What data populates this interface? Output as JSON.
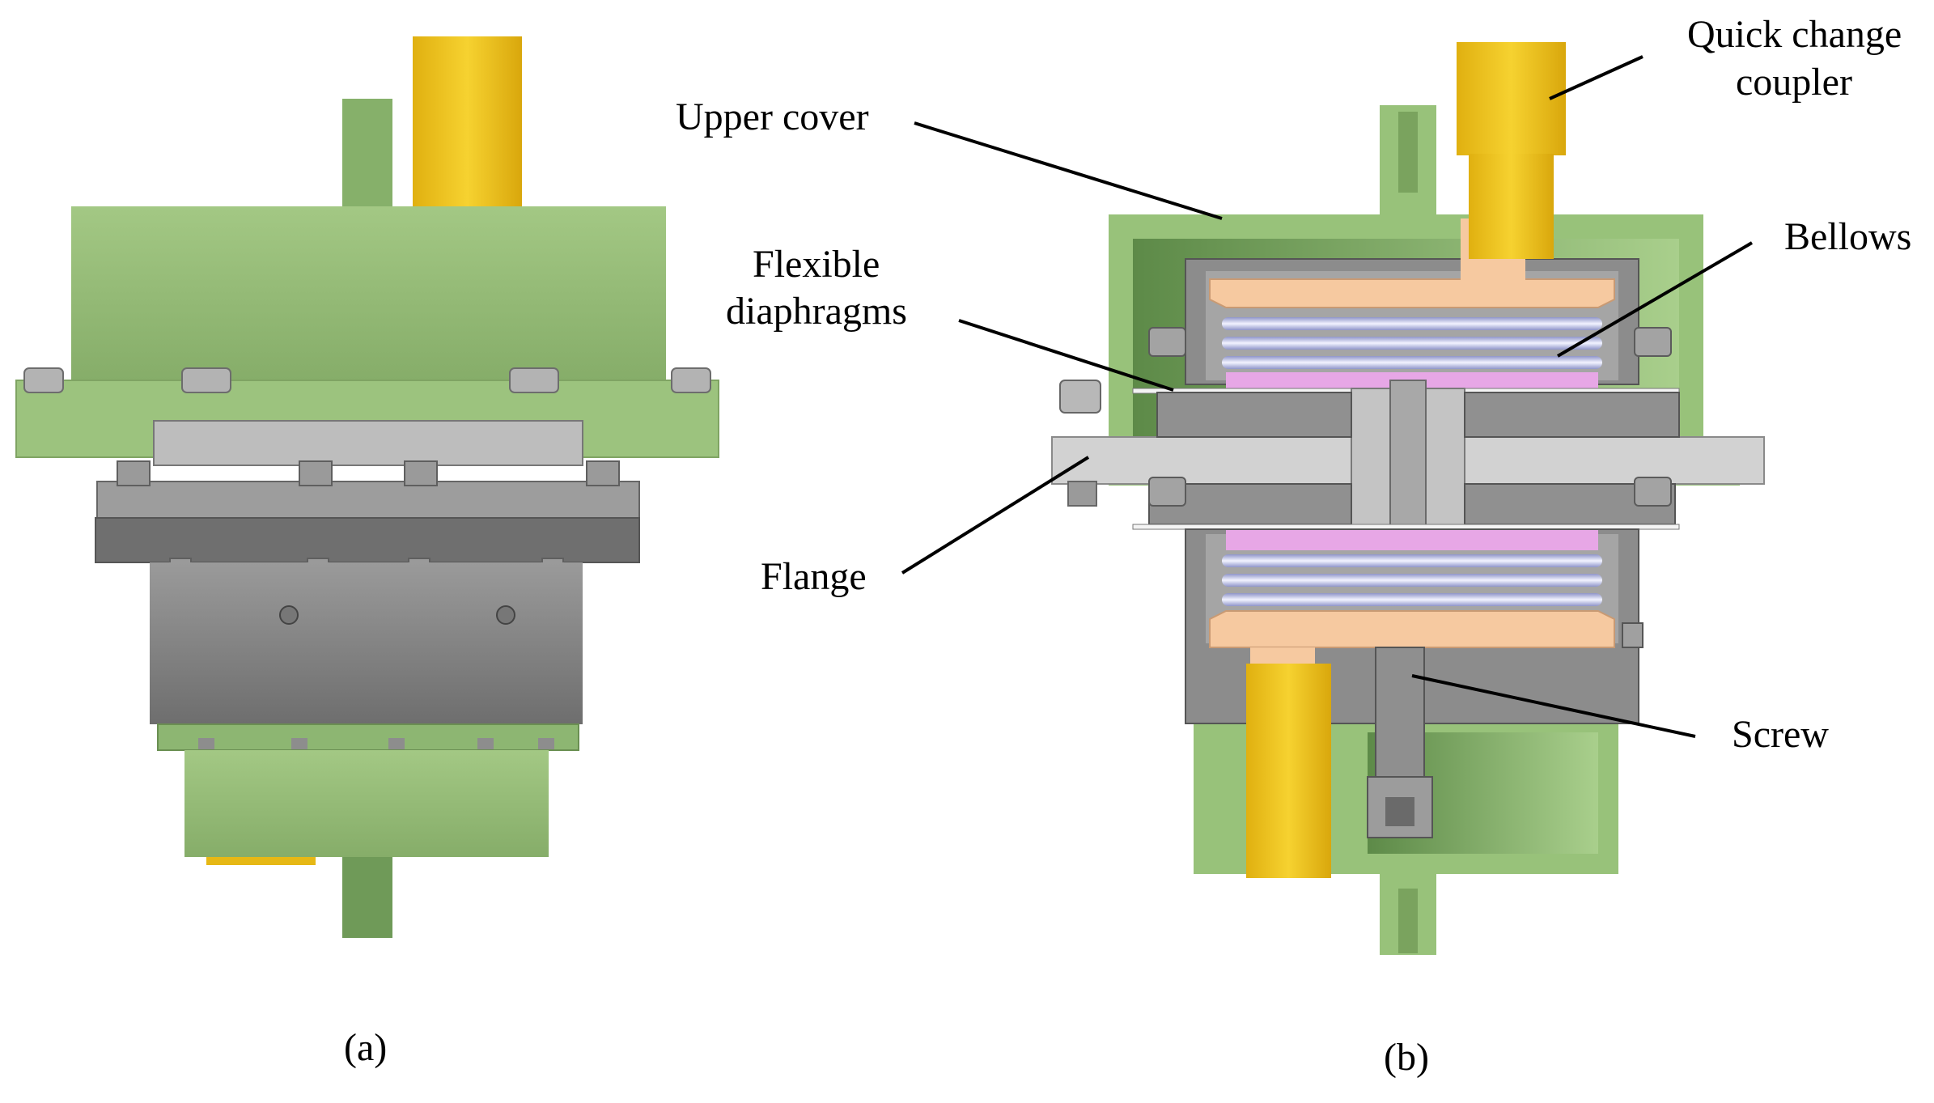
{
  "figure": {
    "panel_a": {
      "caption": "(a)"
    },
    "panel_b": {
      "caption": "(b)",
      "labels": {
        "upper_cover": "Upper cover",
        "quick_change_line1": "Quick change",
        "quick_change_line2": "coupler",
        "flexible_line1": "Flexible",
        "flexible_line2": "diaphragms",
        "bellows": "Bellows",
        "flange": "Flange",
        "screw": "Screw"
      }
    }
  },
  "colors": {
    "green": "#97be78",
    "green_dark": "#6f9a58",
    "gray": "#8a8a8a",
    "gray_dark": "#5f5f5f",
    "gray_light": "#d2d2d2",
    "yellow": "#f0c51a",
    "peach": "#f6c9a0",
    "bellows_blue": "#b8bfe8",
    "pink": "#e7a7e6"
  }
}
